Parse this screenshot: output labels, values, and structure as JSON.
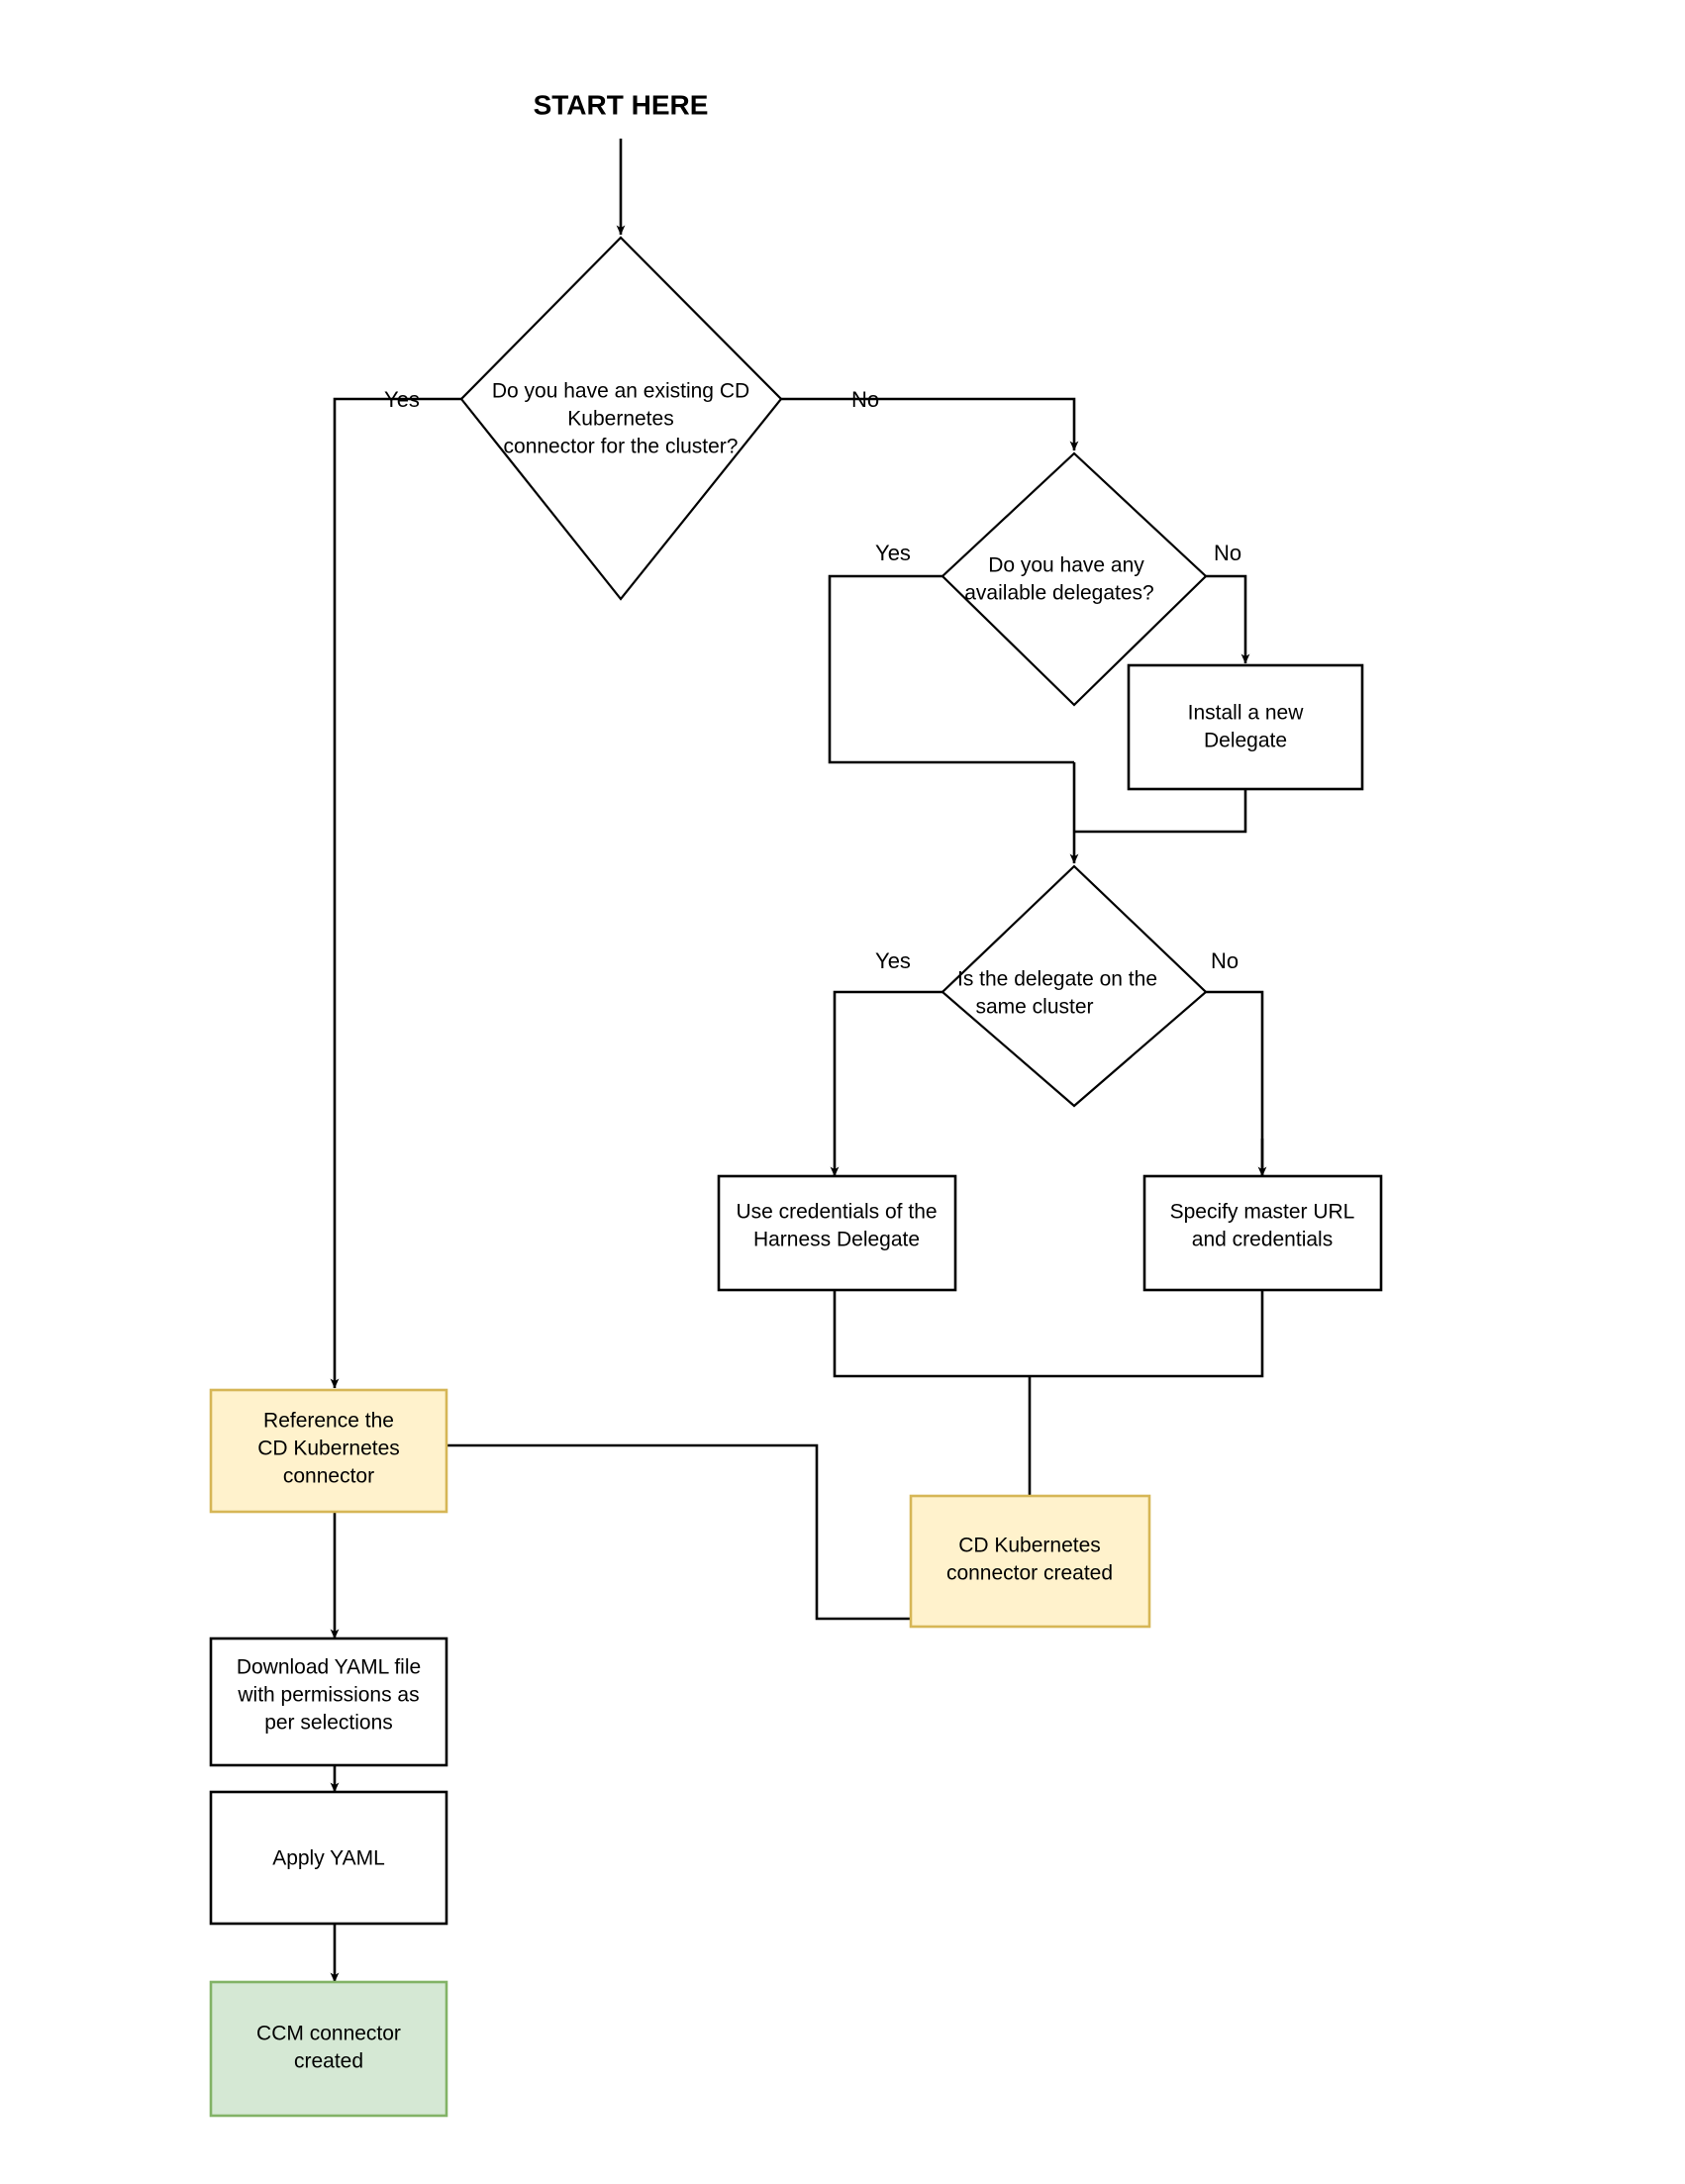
{
  "diagram": {
    "title": "START HERE",
    "type": "flowchart",
    "colors": {
      "amber_fill": "#fff2cc",
      "amber_stroke": "#d6b656",
      "green_fill": "#d5e8d4",
      "green_stroke": "#82b366",
      "plain_fill": "#ffffff",
      "plain_stroke": "#000000",
      "line": "#000000"
    },
    "nodes": {
      "start_label": "START HERE",
      "decision_existing_connector": {
        "line1": "Do you have an existing CD",
        "line2": "Kubernetes",
        "line3": "connector for the cluster?"
      },
      "decision_delegates": {
        "line1": "Do you have any",
        "line2": "available delegates?"
      },
      "decision_same_cluster": {
        "line1": "Is the delegate on the",
        "line2": "same cluster"
      },
      "install_delegate": {
        "line1": "Install a new",
        "line2": "Delegate"
      },
      "use_credentials": {
        "line1": "Use credentials of the",
        "line2": "Harness Delegate"
      },
      "specify_master_url": {
        "line1": "Specify master URL",
        "line2": "and credentials"
      },
      "reference_connector": {
        "line1": "Reference the",
        "line2": "CD Kubernetes",
        "line3": "connector"
      },
      "cd_connector_created": {
        "line1": "CD Kubernetes",
        "line2": "connector created"
      },
      "download_yaml": {
        "line1": "Download YAML file",
        "line2": "with permissions as",
        "line3": "per selections"
      },
      "apply_yaml": {
        "line1": "Apply YAML"
      },
      "ccm_connector_created": {
        "line1": "CCM connector",
        "line2": "created"
      }
    },
    "edge_labels": {
      "existing_yes": "Yes",
      "existing_no": "No",
      "delegates_yes": "Yes",
      "delegates_no": "No",
      "same_cluster_yes": "Yes",
      "same_cluster_no": "No"
    }
  }
}
